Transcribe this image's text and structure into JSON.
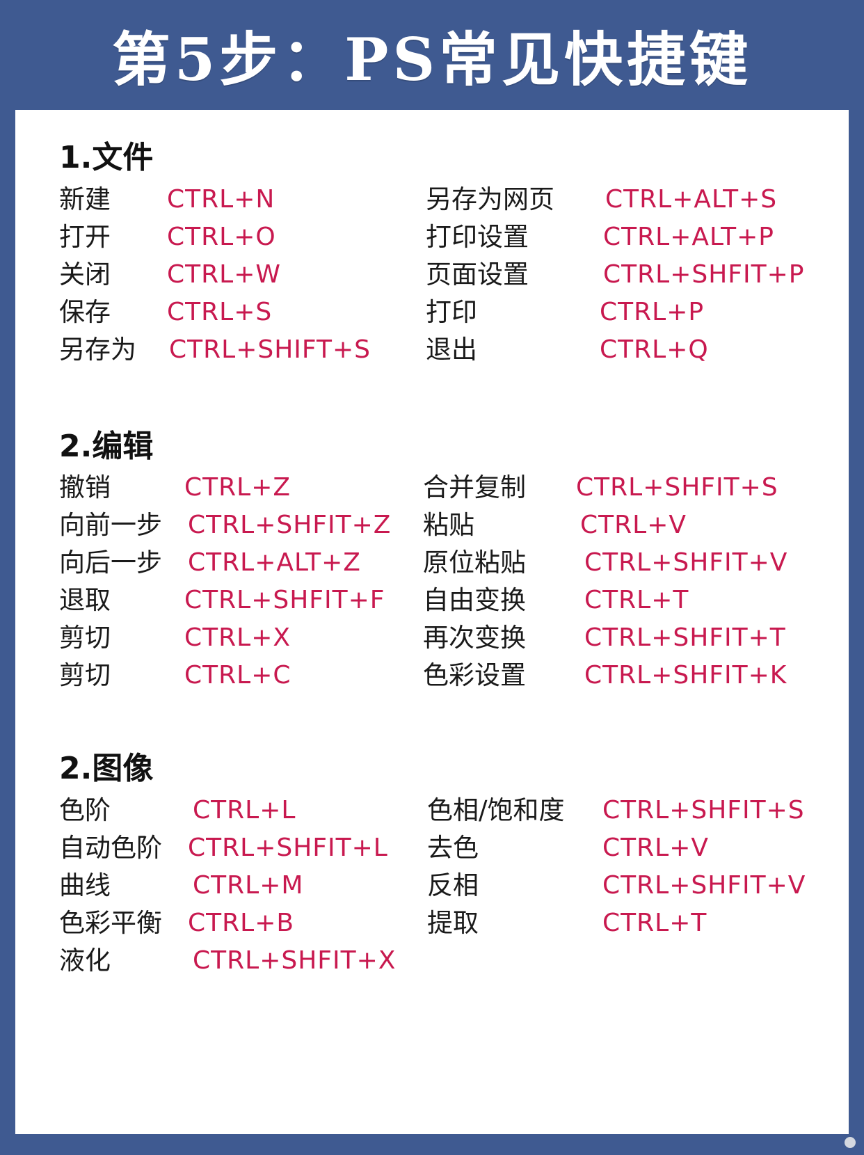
{
  "title": "第5步：PS常见快捷键",
  "sections": [
    {
      "title": "1.文件",
      "left": [
        {
          "label": "新建",
          "key": "CTRL+N"
        },
        {
          "label": "打开",
          "key": "CTRL+O"
        },
        {
          "label": "关闭",
          "key": "CTRL+W"
        },
        {
          "label": "保存",
          "key": "CTRL+S"
        },
        {
          "label": "另存为",
          "key": "CTRL+SHIFT+S"
        }
      ],
      "right": [
        {
          "label": "另存为网页",
          "key": "CTRL+ALT+S"
        },
        {
          "label": "打印设置",
          "key": "CTRL+ALT+P"
        },
        {
          "label": "页面设置",
          "key": "CTRL+SHFIT+P"
        },
        {
          "label": "打印",
          "key": "CTRL+P"
        },
        {
          "label": "退出",
          "key": "CTRL+Q"
        }
      ]
    },
    {
      "title": "2.编辑",
      "left": [
        {
          "label": "撤销",
          "key": "CTRL+Z"
        },
        {
          "label": "向前一步",
          "key": "CTRL+SHFIT+Z"
        },
        {
          "label": "向后一步",
          "key": "CTRL+ALT+Z"
        },
        {
          "label": "退取",
          "key": "CTRL+SHFIT+F"
        },
        {
          "label": "剪切",
          "key": "CTRL+X"
        },
        {
          "label": "剪切",
          "key": "CTRL+C"
        }
      ],
      "right": [
        {
          "label": "合并复制",
          "key": "CTRL+SHFIT+S"
        },
        {
          "label": "粘贴",
          "key": "CTRL+V"
        },
        {
          "label": "原位粘贴",
          "key": "CTRL+SHFIT+V"
        },
        {
          "label": "自由变换",
          "key": "CTRL+T"
        },
        {
          "label": "再次变换",
          "key": "CTRL+SHFIT+T"
        },
        {
          "label": "色彩设置",
          "key": "CTRL+SHFIT+K"
        }
      ]
    },
    {
      "title": "2.图像",
      "left": [
        {
          "label": "色阶",
          "key": "CTRL+L"
        },
        {
          "label": "自动色阶",
          "key": "CTRL+SHFIT+L"
        },
        {
          "label": "曲线",
          "key": "CTRL+M"
        },
        {
          "label": "色彩平衡",
          "key": "CTRL+B"
        },
        {
          "label": "液化",
          "key": "CTRL+SHFIT+X"
        }
      ],
      "right": [
        {
          "label": "色相/饱和度",
          "key": "CTRL+SHFIT+S"
        },
        {
          "label": "去色",
          "key": "CTRL+V"
        },
        {
          "label": "反相",
          "key": "CTRL+SHFIT+V"
        },
        {
          "label": "提取",
          "key": "CTRL+T"
        }
      ]
    }
  ],
  "colors": {
    "frame": "#3f5a91",
    "key_text": "#c8194f",
    "label_text": "#1a1a1a"
  }
}
